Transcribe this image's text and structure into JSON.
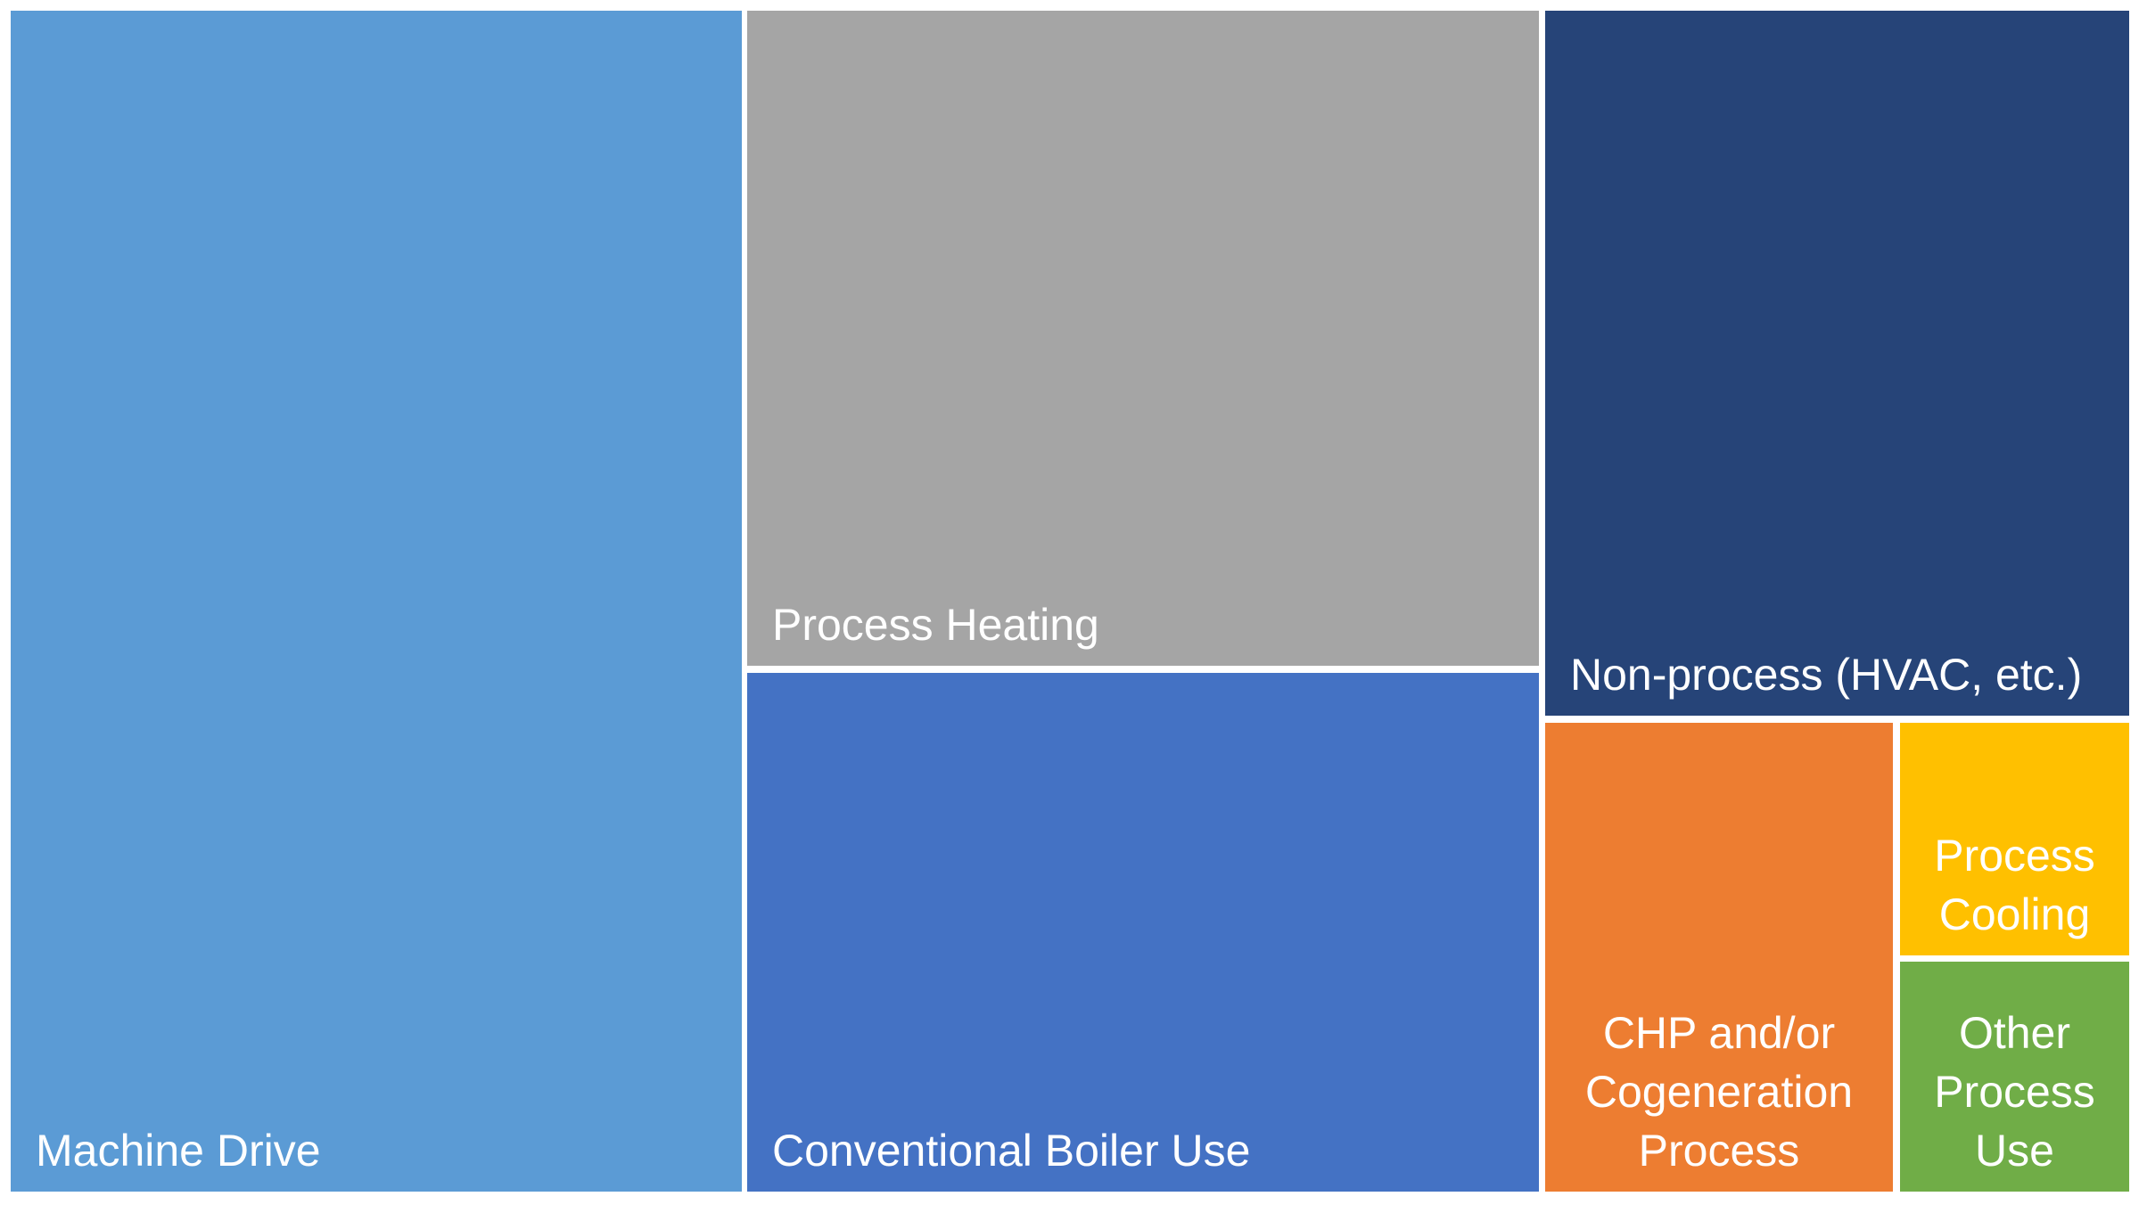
{
  "chart_data": {
    "type": "treemap",
    "title": "",
    "categories": [
      "Machine Drive",
      "Process Heating",
      "Conventional Boiler Use",
      "Non-process (HVAC, etc.)",
      "CHP and/or Cogeneration Process",
      "Process Cooling",
      "Other Process Use"
    ],
    "values": [
      34.9,
      21.0,
      16.6,
      16.6,
      6.6,
      2.2,
      2.1
    ],
    "values_note": "percent of total treemap area, estimated from tile dimensions (no numeric labels shown in image)",
    "colors": [
      "#5B9BD5",
      "#A5A5A5",
      "#4472C4",
      "#264478",
      "#ED7D31",
      "#FFC000",
      "#70AD47"
    ],
    "legend": "none",
    "data_labels": "category names only, white text anchored to bottom of each tile",
    "background": "#FFFFFF"
  },
  "treemap": {
    "background": "#FFFFFF",
    "label_color": "#FFFFFF",
    "tiles": [
      {
        "id": "machine-drive",
        "label": "Machine Drive",
        "color": "#5B9BD5"
      },
      {
        "id": "process-heating",
        "label": "Process Heating",
        "color": "#A5A5A5"
      },
      {
        "id": "conventional-boiler",
        "label": "Conventional Boiler Use",
        "color": "#4472C4"
      },
      {
        "id": "non-process",
        "label": "Non-process (HVAC, etc.)",
        "color": "#264478"
      },
      {
        "id": "chp-cogeneration",
        "label": "CHP and/or\nCogeneration\nProcess",
        "color": "#ED7D31"
      },
      {
        "id": "process-cooling",
        "label": "Process\nCooling",
        "color": "#FFC000"
      },
      {
        "id": "other-process-use",
        "label": "Other\nProcess\nUse",
        "color": "#70AD47"
      }
    ]
  }
}
